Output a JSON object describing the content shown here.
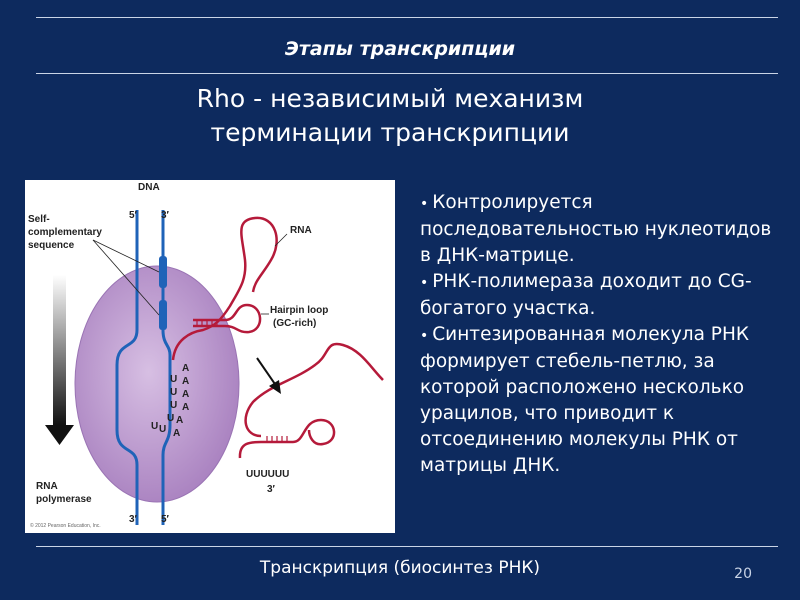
{
  "header": {
    "title": "Этапы транскрипции"
  },
  "slide": {
    "title_line1": "Rho - независимый механизм",
    "title_line2": "терминации транскрипции"
  },
  "figure": {
    "dna_label": "DNA",
    "top_left_end": "5′",
    "top_right_end": "3′",
    "bottom_left_end": "3′",
    "bottom_right_end": "5′",
    "self_comp_line1": "Self-",
    "self_comp_line2": "complementary",
    "self_comp_line3": "sequence",
    "rna_label": "RNA",
    "hairpin_line1": "Hairpin loop",
    "hairpin_line2": "(GC-rich)",
    "polymerase_line1": "RNA",
    "polymerase_line2": "polymerase",
    "released_tail": "UUUUUU",
    "released_end": "3′",
    "copyright": "© 2012 Pearson Education, Inc.",
    "bases_u": [
      "U",
      "U",
      "U",
      "U",
      "U",
      "U"
    ],
    "bases_a": [
      "A",
      "A",
      "A",
      "A",
      "A",
      "A"
    ]
  },
  "bullets": [
    "Контролируется последовательностью нуклеотидов  в ДНК-матрице.",
    "РНК-полимераза доходит до CG-богатого участка.",
    "Синтезированная молекула РНК формирует стебель-петлю, за которой расположено несколько урацилов, что приводит к отсоединению молекулы РНК от матрицы ДНК."
  ],
  "footer": {
    "text": "Транскрипция (биосинтез РНК)",
    "page_number": "20"
  },
  "colors": {
    "background": "#0d2a5e",
    "dna": "#1f63b8",
    "rna": "#b51a3a",
    "polymerase": "#b58bc8"
  }
}
